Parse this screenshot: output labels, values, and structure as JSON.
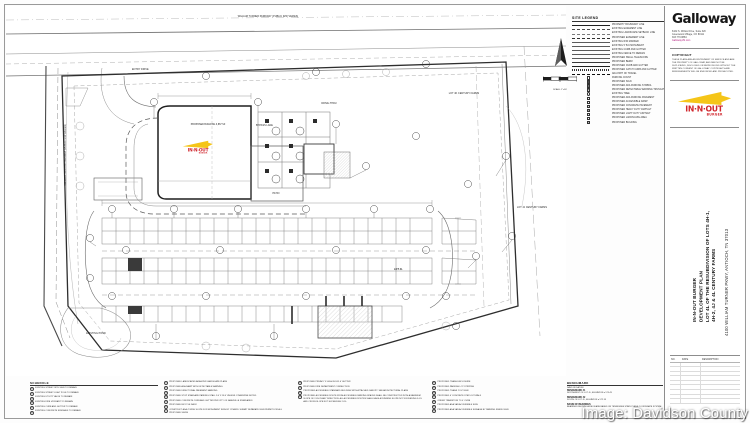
{
  "sheet": {
    "watermark": "Image: Davidson County"
  },
  "titleblock": {
    "firm_name": "Galloway",
    "address": [
      "6162 S. Willow Drive, Suite 320",
      "Greenwood Village, CO 80111",
      "303.770.8884",
      "GallowayUS.com"
    ],
    "copyright": {
      "heading": "COPYRIGHT",
      "body": "THESE PLANS ARE AN INSTRUMENT OF SERVICE AND ARE THE PROPERTY OF GALLOWAY, AND MAY NOT BE DUPLICATED, DISCLOSED OR REPRODUCED WITHOUT THE WRITTEN CONSENT OF GALLOWAY. COPYRIGHTS AND INFRINGEMENTS WILL BE ENFORCED AND PROSECUTED."
    },
    "logo_alt": "IN-N-OUT BURGER",
    "project_title": "IN-N-OUT BURGER\nDEVELOPMENT PLAN\nLOT 4L OF THE RESUBDIVISION OF LOTS 4H-1,\n4H-2, 4J & 4L CENTURY FARMS",
    "project_address": "4100 WILLIAM TURNER PKWY, ANTIOCH, TN 37013",
    "revisions": {
      "columns": [
        "NO.",
        "DATE",
        "DESCRIPTION"
      ],
      "rows": 9
    }
  },
  "legend": {
    "title": "SITE LEGEND",
    "items": [
      {
        "label": "PROPERTY BOUNDARY LINE",
        "style": "solid-heavy"
      },
      {
        "label": "EXISTING EASEMENT LINE",
        "style": "dashed"
      },
      {
        "label": "EXISTING LANDSCAPE SETBACK LINE",
        "style": "dashdot"
      },
      {
        "label": "PROPOSED EASEMENT LINE",
        "style": "longdash"
      },
      {
        "label": "EXISTING R/W MARKER",
        "style": "solid-thin"
      },
      {
        "label": "EXISTING 5' B-6 MONUMENT",
        "style": "solid-thin"
      },
      {
        "label": "EXISTING CURB AND GUTTER",
        "style": "solid-thin"
      },
      {
        "label": "EXISTING FENCE TO REMAIN",
        "style": "tick"
      },
      {
        "label": "PROPOSED SMALL TELESCOPE",
        "style": "solid-thin"
      },
      {
        "label": "PROPOSED BERM",
        "style": "solid-med"
      },
      {
        "label": "PROPOSED CURB AND GUTTER",
        "style": "solid-heavy"
      },
      {
        "label": "PROPOSED CATCH CURB AND GUTTER",
        "style": "hatch"
      },
      {
        "label": "ADA PATH OF TRAVEL",
        "style": "dash-heavy"
      },
      {
        "label": "PARKING COUNT",
        "style": "box-num"
      },
      {
        "label": "PROPOSED SIGN",
        "style": "box-sign"
      },
      {
        "label": "PROPOSED ADA PARKING SYMBOL",
        "style": "box-ada"
      },
      {
        "label": "PROPOSED DETECTABLE WARNING TRUNCATED DOMES",
        "style": "box-dome"
      },
      {
        "label": "EXISTING TREE",
        "style": "circle"
      },
      {
        "label": "PROPOSED ADA PARKING PAVEMENT",
        "style": "box-open"
      },
      {
        "label": "PROPOSED ACCESSIBLE RAMP",
        "style": "box-open"
      },
      {
        "label": "PROPOSED CONCRETE PAVEMENT",
        "style": "box-fill"
      },
      {
        "label": "PROPOSED HEAVY DUTY ASPHALT",
        "style": "box-fill2"
      },
      {
        "label": "PROPOSED LIGHT DUTY ASPHALT",
        "style": "box-light"
      },
      {
        "label": "PROPOSED LANDSCAPE AREA",
        "style": "box-open"
      },
      {
        "label": "PROPOSED BUILDING",
        "style": "box-bldg"
      }
    ]
  },
  "north_arrow": {
    "label": "N"
  },
  "scale": {
    "label": "SCALE: 1\"=30'"
  },
  "plan_labels": {
    "top_street": "WILLIAM TURNER PARKWAY\n(PUBLIC R/W VARIES)",
    "left_street": "HICKORY HOLLOW PARKWAY\n(PUBLIC R/W VARIES)",
    "building_line": "PROPOSED\nBUILDING\n3,867 SF",
    "drive_thru": "DRIVE-THRU",
    "patio": "PATIO",
    "lot_label": "LOT 4L",
    "adjacent_lot": "LOT 4K\nCENTURY FARMS",
    "right_street": "LOT 4J\nCENTURY FARMS",
    "existing_pond": "EXISTING POND",
    "bypass": "BYPASS LANE",
    "entry": "ENTRY DRIVE"
  },
  "schedule": {
    "heading": "SCHEDULE",
    "items": [
      "EXISTING STREET SITE SIGN TO REMAIN",
      "EXISTING STREET LIGHT POLE TO REMAIN",
      "EXISTING UTILITY VALVE TO REMAIN",
      "EXISTING FIRE HYDRANT TO REMAIN",
      "EXISTING CURB AND GUTTER TO REMAIN",
      "EXISTING CONCRETE SIDEWALK TO REMAIN"
    ]
  },
  "keyed_notes": {
    "heading": "KEYED NOTES",
    "columns": [
      [
        "PROPOSED LANDSCAPED AREA PER LANDSCAPE PLANS",
        "PROPOSED ADA RAMP WITH DETECTABLE WARNING",
        "PROPOSED DIRECTIONAL PAVEMENT MARKING",
        "PROPOSED STOP STANDARD PARKING STALL 9.0' X 18.0' UNLESS OTHERWISE NOTED",
        "PROPOSED CONCRETE CURB AND GUTTER PER CITY OF NASHVILLE STANDARDS",
        "PROPOSED BICYCLE RACK",
        "CONSTRUCT ADA 4' WIDE SLOPE FOR MONUMENT SIGN BY OTHERS. SUBMIT SEPARATE SIGN PERMIT FOR ALL PROPOSED SIGNS"
      ],
      [
        "PROPOSED PRIVACY 6' HIGH SOLID 6' GUTTER",
        "PROPOSED FIRE DEPARTMENT CONNECTION",
        "PROPOSED ACCESSIBLE STANDARD BUILDING WITH ATTACHED CANOPY. SEE ARCHITECTURAL PLANS",
        "PROPOSED ACCESSIBLE ROUTE FROM ACCESSIBLE PARKING SPACES SHALL BE CONSTRUCTED WITH A MAXIMUM SLOPE OF 2.0% IN ANY DIRECTION. ALL ACCESSIBLE ROUTES SHALL HAVE A RUNNING SLOPE NOT EXCEEDING 5.0% AND CROSS SLOPE NOT EXCEEDING 2.0%"
      ],
      [
        "PROPOSED TRASH ENCLOSURE",
        "PROPOSED PARKING LOT STRIPING",
        "PROPOSED 'THANK YOU' SIGN",
        "PROPOSED 6' CONCRETE STEP-OUT WALK",
        "ORDER TRANSITION TO 4' CURB",
        "PROPOSED ADA VAN ACCESSIBLE SIGN",
        "PROPOSED ADA VAN ACCESSIBLE SIGNAGE BY PARKING SPACE SIGN"
      ]
    ]
  },
  "benchmark": {
    "heading": "BENCHMARK",
    "subtext": "NAVD 88 DATUM",
    "items": [
      {
        "title": "BENCHMARK #1",
        "desc": "NORTHWEST OF LOT 4L, ELEVATION = 575.43"
      },
      {
        "title": "BENCHMARK #2",
        "desc": "SOUTH OF LOT 4L, ELEVATION = 572.18"
      }
    ],
    "basis_title": "BASIS OF BEARINGS",
    "basis_desc": "BEARINGS SHOWN HEREON ARE BASED ON TENNESSEE STATE PLANE COORDINATE SYSTEM"
  }
}
